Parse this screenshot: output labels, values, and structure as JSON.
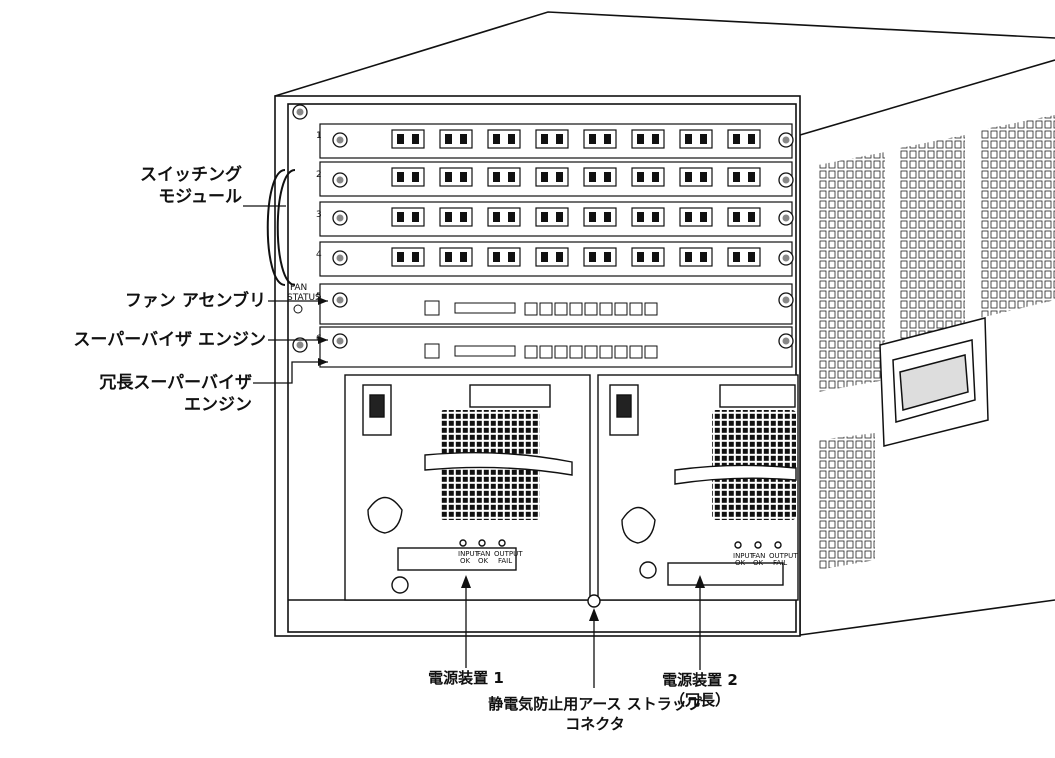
{
  "labels": {
    "switching_module": [
      "スイッチング",
      "モジュール"
    ],
    "fan_assembly": "ファン アセンブリ",
    "supervisor_engine": "スーパーバイザ エンジン",
    "redundant_supervisor": [
      "冗長スーパーバイザ",
      "エンジン"
    ],
    "psu1": "電源装置 1",
    "psu2": [
      "電源装置 2",
      "（冗長）"
    ],
    "esd": [
      "静電気防止用アース ストラップ",
      "コネクタ"
    ]
  },
  "panel": {
    "fan_status": [
      "FAN",
      "STATUS"
    ],
    "slot_numbers": [
      "1",
      "2",
      "3",
      "4",
      "5",
      "6"
    ]
  },
  "psu_leds": [
    "INPUT",
    "OK",
    "FAN",
    "OK",
    "OUTPUT",
    "FAIL"
  ]
}
